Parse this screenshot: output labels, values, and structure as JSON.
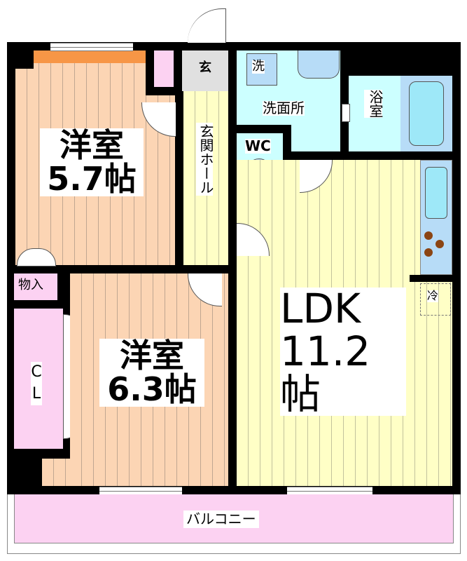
{
  "floor_plan": {
    "rooms": [
      {
        "id": "western-room-1",
        "name": "洋室",
        "size": "5.7帖"
      },
      {
        "id": "western-room-2",
        "name": "洋室",
        "size": "6.3帖"
      },
      {
        "id": "ldk",
        "name": "LDK",
        "size": "11.2帖"
      }
    ],
    "labels": {
      "entrance": "玄",
      "entrance_hall": "玄関ホール",
      "washroom": "洗面所",
      "washer": "洗",
      "bathroom": "浴室",
      "toilet": "WC",
      "storage": "物入",
      "closet": "CL",
      "fridge": "冷",
      "balcony": "バルコニー"
    },
    "colors": {
      "western_room": "#fcd5b4",
      "ldk": "#ffffc6",
      "wet_area": "#ccffff",
      "fixtures": "#b7dcf7",
      "storage": "#fcd2f2",
      "entrance": "#e0e0e0",
      "closet_shelf": "#f79646",
      "stove_burner": "#8b4513"
    }
  }
}
